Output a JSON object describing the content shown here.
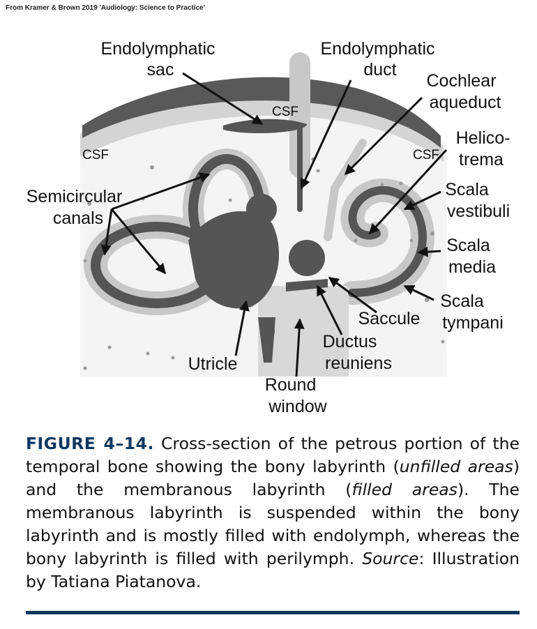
{
  "credit": "From Kramer & Brown 2019 'Audiology: Science to Practice'",
  "labels": {
    "endolymphatic_sac": [
      "Endolymphatic",
      "sac"
    ],
    "endolymphatic_duct": [
      "Endolymphatic",
      "duct"
    ],
    "cochlear_aqueduct": [
      "Cochlear",
      "aqueduct"
    ],
    "helicotrema": [
      "Helico-",
      "trema"
    ],
    "semicircular_canals": [
      "Semicircular",
      "canals"
    ],
    "scala_vestibuli": [
      "Scala",
      "vestibuli"
    ],
    "scala_media": [
      "Scala",
      "media"
    ],
    "scala_tympani": [
      "Scala",
      "tympani"
    ],
    "saccule": "Saccule",
    "ductus_reuniens": [
      "Ductus",
      "reuniens"
    ],
    "utricle": "Utricle",
    "round_window": [
      "Round",
      "window"
    ],
    "csf": "CSF"
  },
  "caption": {
    "figure_label": "FIGURE 4–14.",
    "part1": " Cross-section of the petrous portion of the temporal bone showing the bony labyrinth (",
    "unfilled": "unfilled areas",
    "part2": ") and the membranous labyrinth (",
    "filled": "filled areas",
    "part3": "). The membranous labyrinth is suspended within the bony labyrinth and is mostly filled with endolymph, whereas the bony labyrinth is filled with perilymph. ",
    "source_label": "Source",
    "source_text": ": Illustration by Tatiana Piatanova."
  },
  "colors": {
    "membranous": "#555555",
    "bony": "#c9c9c9",
    "csf_layer": "#dcdcdc",
    "skull": "#5a5a5a",
    "caption_accent": "#0f3760"
  }
}
